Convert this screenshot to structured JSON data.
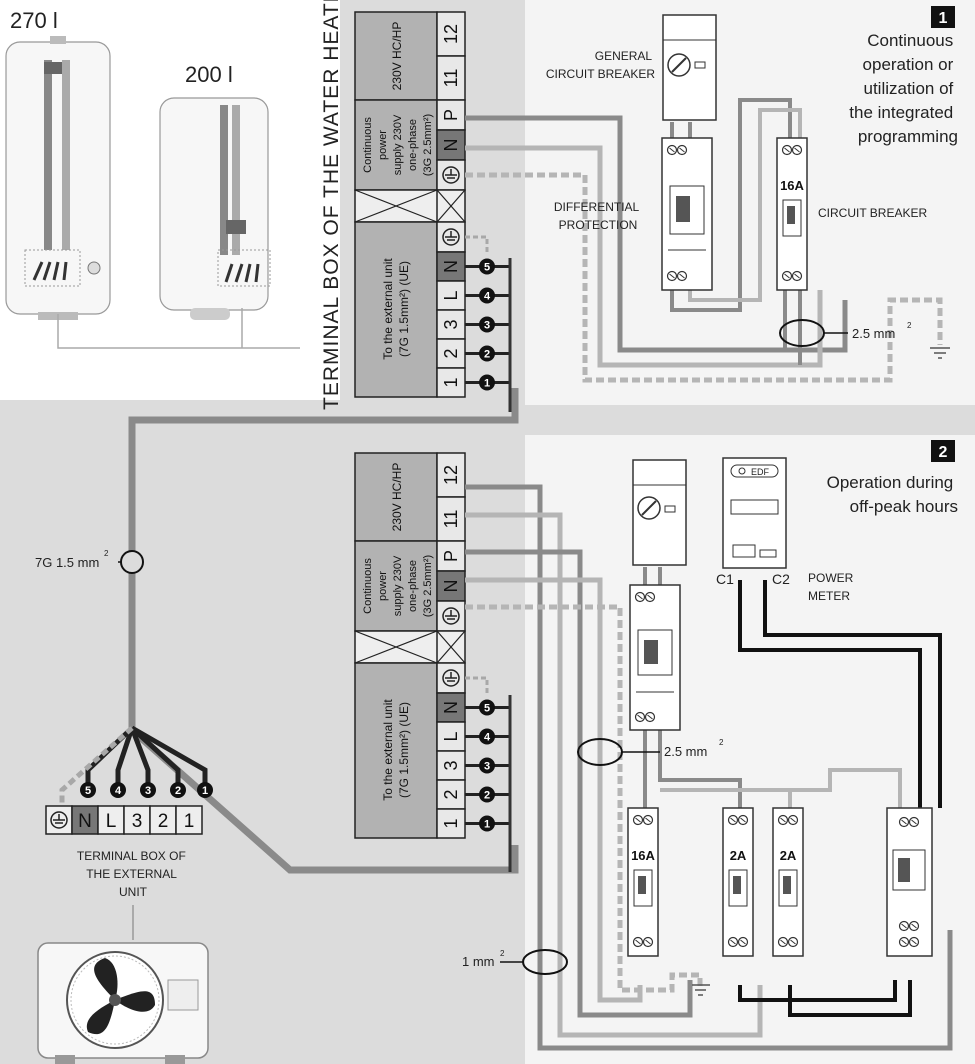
{
  "heaters": {
    "label_270": "270 l",
    "label_200": "200 l"
  },
  "terminal_box_title": "TERMINAL BOX OF THE WATER HEATER",
  "terminal_block": {
    "hchp": "230V HC/HP",
    "num_12": "12",
    "num_11": "11",
    "supply_lines": [
      "Continuous",
      "power",
      "supply 230V",
      "one-phase",
      "(3G 2.5mm²)"
    ],
    "letter_p": "P",
    "letter_n": "N",
    "ue_lines": [
      "To the external unit",
      "(7G 1.5mm²) (UE)"
    ],
    "terms": [
      "N",
      "L",
      "3",
      "2",
      "1"
    ],
    "badges": [
      "5",
      "4",
      "3",
      "2",
      "1"
    ]
  },
  "panel1": {
    "number": "1",
    "title_lines": [
      "Continuous",
      "operation or",
      "utilization of",
      "the integrated",
      "programming"
    ],
    "general_cb": [
      "GENERAL",
      "CIRCUIT BREAKER"
    ],
    "diff": [
      "DIFFERENTIAL",
      "PROTECTION"
    ],
    "cb": "CIRCUIT BREAKER",
    "rating_16a": "16A",
    "cable": "2.5 mm",
    "sup": "2"
  },
  "panel2": {
    "number": "2",
    "title_lines": [
      "Operation during",
      "off-peak hours"
    ],
    "c1": "C1",
    "c2": "C2",
    "meter": [
      "POWER",
      "METER"
    ],
    "edf": "EDF",
    "ratings": [
      "16A",
      "2A",
      "2A"
    ],
    "cable_25": "2.5 mm",
    "cable_1": "1 mm",
    "sup": "2"
  },
  "cable_7g": "7G 1.5 mm",
  "cable_7g_sup": "2",
  "external_unit": {
    "badges": [
      "5",
      "4",
      "3",
      "2",
      "1"
    ],
    "terms": [
      "N",
      "L",
      "3",
      "2",
      "1"
    ],
    "label_lines": [
      "TERMINAL BOX OF",
      "THE EXTERNAL",
      "UNIT"
    ]
  },
  "colors": {
    "bg_gray": "#dcdcdc",
    "panel": "#f4f4f4",
    "block": "#b2b2b2",
    "dark": "#222222",
    "wire_gray": "#8a8a8a",
    "wire_light": "#b5b5b5"
  }
}
